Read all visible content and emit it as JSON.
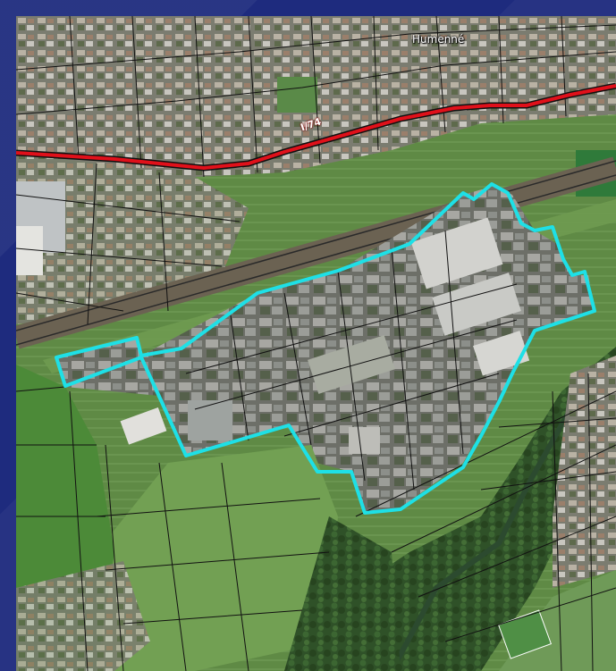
{
  "map": {
    "place_label": "Humenné",
    "road_label": "I/74",
    "colors": {
      "frame": "#1e2b7e",
      "road": "#e0101a",
      "boundary": "#1ee0e6",
      "parcel_lines": "#111111",
      "vegetation": "#3f6a33",
      "urban": "#8a8a82"
    },
    "features": [
      "town-label",
      "main-road",
      "railway",
      "industrial-area-boundary",
      "cadastral-parcels",
      "river-corridor"
    ]
  }
}
